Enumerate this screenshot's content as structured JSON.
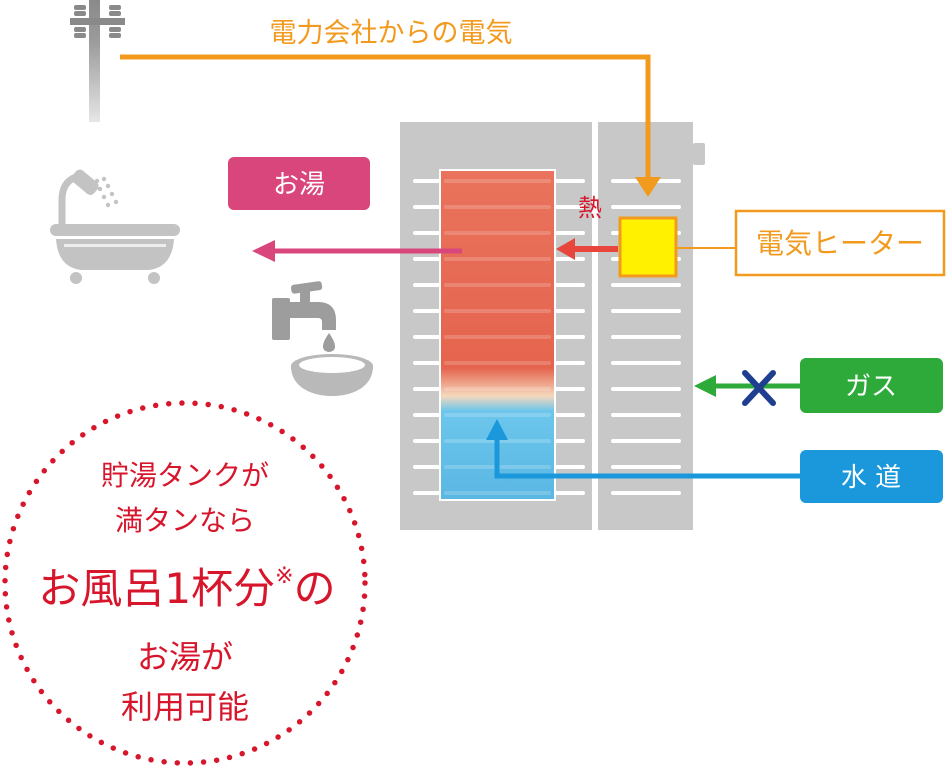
{
  "labels": {
    "electricity_source": "電力会社からの電気",
    "hot_water": "お湯",
    "heat": "熱",
    "electric_heater": "電気ヒーター",
    "gas": "ガス",
    "water_supply": "水 道"
  },
  "note": {
    "line1": "貯湯タンクが",
    "line2": "満タンなら",
    "line3_main": "お風呂1杯分",
    "line3_mark": "※",
    "line3_end": "の",
    "line4": "お湯が",
    "line5": "利用可能"
  },
  "icons": {
    "pole": "utility-pole-icon",
    "bath": "bathtub-shower-icon",
    "faucet": "faucet-bowl-icon",
    "blocked": "cross-mark-icon",
    "heater": "electric-heater-icon"
  },
  "colors": {
    "electricity": "#f29a1d",
    "hot_water": "#d9467c",
    "heat": "#e8453c",
    "gas": "#2eaa3a",
    "water_supply": "#1a98db",
    "blocked_mark": "#1e3f8f",
    "heater": "#fff100",
    "unit_grey": "#c8c8c8",
    "note_red": "#d7162c"
  }
}
